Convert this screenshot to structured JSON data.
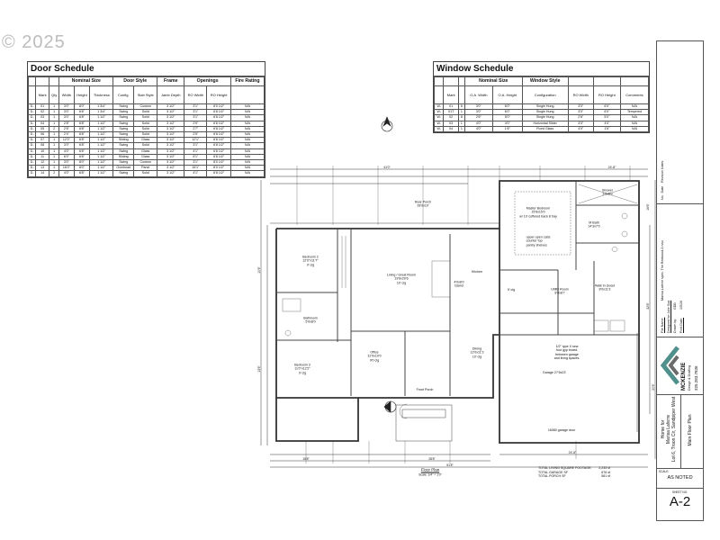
{
  "watermark": "© 2025",
  "door_schedule": {
    "title": "Door Schedule",
    "group_headers": [
      "Nominal Size",
      "Door Style",
      "Frame",
      "Openings",
      "Fire Rating"
    ],
    "columns": [
      "Mark",
      "Qty",
      "Width",
      "Height",
      "Thickness",
      "Config.",
      "Slab Style",
      "Jamb Depth",
      "RO Width",
      "RO Height"
    ],
    "rows": [
      [
        "D-",
        "01",
        "1",
        "3'0\"",
        "8'0\"",
        "1 3/4\"",
        "Swing",
        "Custom",
        "3 1/2\"",
        "3'1\"",
        "8'0 1/2\"",
        "N/A"
      ],
      [
        "D-",
        "02",
        "1",
        "3'0\"",
        "6'8\"",
        "1 3/4\"",
        "Swing",
        "Solid",
        "3 1/2\"",
        "3'1\"",
        "6'8 1/2\"",
        "N/A"
      ],
      [
        "D-",
        "03",
        "1",
        "3'0\"",
        "6'8\"",
        "1 1/2\"",
        "Swing",
        "Solid",
        "3 1/2\"",
        "3'1\"",
        "6'8 1/2\"",
        "N/A"
      ],
      [
        "D-",
        "04",
        "1",
        "2'8\"",
        "6'8\"",
        "1 1/2\"",
        "Swing",
        "Solid",
        "3 1/2\"",
        "2'9\"",
        "6'8 1/2\"",
        "N/A"
      ],
      [
        "D-",
        "05",
        "2",
        "2'6\"",
        "6'8\"",
        "1 1/2\"",
        "Swing",
        "Solid",
        "3 1/2\"",
        "2'7\"",
        "6'8 1/2\"",
        "N/A"
      ],
      [
        "D-",
        "06",
        "1",
        "2'4\"",
        "6'8\"",
        "1 1/2\"",
        "Swing",
        "Solid",
        "3 1/2\"",
        "2'5\"",
        "6'8 1/2\"",
        "N/A"
      ],
      [
        "D-",
        "07",
        "1",
        "12'0\"",
        "6'8\"",
        "1 1/2\"",
        "Sliding",
        "Glass",
        "3 1/2\"",
        "12'1\"",
        "6'8 1/2\"",
        "N/A"
      ],
      [
        "D-",
        "08",
        "1",
        "3'0\"",
        "6'8\"",
        "1 1/2\"",
        "Swing",
        "Solid",
        "3 1/2\"",
        "3'1\"",
        "6'8 1/2\"",
        "N/A"
      ],
      [
        "D-",
        "10",
        "1",
        "4'0\"",
        "6'8\"",
        "1 1/2\"",
        "Swing",
        "Glass",
        "3 1/2\"",
        "4'1\"",
        "6'8 1/2\"",
        "N/A"
      ],
      [
        "D-",
        "11",
        "1",
        "6'0\"",
        "6'8\"",
        "1 1/2\"",
        "Sliding",
        "Glass",
        "3 1/2\"",
        "6'1\"",
        "6'8 1/2\"",
        "N/A"
      ],
      [
        "D-",
        "12",
        "1",
        "3'0\"",
        "8'0\"",
        "1 1/2\"",
        "Swing",
        "Custom",
        "3 1/2\"",
        "3'1\"",
        "8'0 1/2\"",
        "N/A"
      ],
      [
        "D-",
        "13",
        "1",
        "16'0\"",
        "8'0\"",
        "1 1/2\"",
        "Overhead",
        "Panel",
        "3 1/2\"",
        "16'1\"",
        "8'0 1/2\"",
        "N/A"
      ],
      [
        "D-",
        "14",
        "2",
        "4'0\"",
        "6'8\"",
        "1 1/2\"",
        "Swing",
        "Solid",
        "3 1/2\"",
        "4'1\"",
        "6'8 1/2\"",
        "N/A"
      ]
    ]
  },
  "window_schedule": {
    "title": "Window Schedule",
    "group_headers": [
      "Nominal Size",
      "Window Style"
    ],
    "columns": [
      "Mark",
      "O.A. Width",
      "O.A. Height",
      "Configuration",
      "RO Width",
      "RO Height",
      "Comments"
    ],
    "rows": [
      [
        "W-",
        "01",
        "6",
        "3'0\"",
        "6'0\"",
        "Single Hung",
        "3'0\"",
        "6'0\"",
        "N/A"
      ],
      [
        "W-",
        "01T",
        "1",
        "3'0\"",
        "6'0\"",
        "Single Hung",
        "3'0\"",
        "6'0\"",
        "Tempered"
      ],
      [
        "W-",
        "02",
        "8",
        "2'6\"",
        "5'0\"",
        "Single Hung",
        "2'6\"",
        "5'0\"",
        "N/A"
      ],
      [
        "W-",
        "03",
        "1",
        "4'0\"",
        "4'0\"",
        "Horizontal Slider",
        "4'0\"",
        "4'0\"",
        "N/A"
      ],
      [
        "W-",
        "04",
        "1",
        "4'0\"",
        "1'6\"",
        "Fixed Glass",
        "4'0\"",
        "1'6\"",
        "N/A"
      ]
    ]
  },
  "floor_plan": {
    "rooms": [
      {
        "name": "Rear Porch",
        "size": "28'0x10'"
      },
      {
        "name": "Bedroom 2",
        "size": "12'0\"x11'7\"",
        "ceiling": "9' clg"
      },
      {
        "name": "Living / Great Room",
        "size": "19'6x20'6",
        "ceiling": "10' clg"
      },
      {
        "name": "Kitchen",
        "size": ""
      },
      {
        "name": "Island",
        "size": "4'0x8'0"
      },
      {
        "name": "Master Bedroom",
        "size": "15'6x15'0",
        "ceiling": "w/ 10' coffered back 8 tray"
      },
      {
        "name": "M Bath",
        "size": "14'3x7'0"
      },
      {
        "name": "Shower",
        "size": "3'0x5'0"
      },
      {
        "name": "Utility Room",
        "size": "8'0x8'7"
      },
      {
        "name": "Walk in closet",
        "size": "8'0x11'3"
      },
      {
        "name": "Bathroom",
        "size": "5'0x8'0"
      },
      {
        "name": "Bedroom 3",
        "size": "11'0\"x12'2\"",
        "ceiling": "9' clg"
      },
      {
        "name": "Office",
        "size": "12'0x10'0",
        "ceiling": "9'0 clg"
      },
      {
        "name": "Dining",
        "size": "12'0x11'3",
        "ceiling": "10' clg"
      },
      {
        "name": "Front Porch",
        "size": ""
      },
      {
        "name": "Garage",
        "size": "27'6x23'"
      }
    ],
    "notes": {
      "kitchen": [
        "upper open cabs",
        "counter top",
        "pantry shelves"
      ],
      "garage_wall": "1/2\" type X sew four gyp board, between garage and living spaces.",
      "garage_door": "16080 garage door",
      "ceiling_9": "9' clg"
    },
    "dimensions": {
      "top_left": "41'0\"",
      "top_right": "24'-8\"",
      "bottom_left": "15'8\"",
      "bottom_mid": "28'8\"",
      "bottom_overall": "51'8\"",
      "bottom_garage": "24'-8\"",
      "left_upper": "10'6\"",
      "left_lower": "13'6\"",
      "right_upper": "16'6\"",
      "right_lower": "20'6\"",
      "right_mid": "32'6\""
    },
    "title": "Floor Plan",
    "scale": "Scale: 1/4\" = 1'0\""
  },
  "totals": [
    {
      "label": "TOTAL LIVING SQUARE FOOTAGE:",
      "value": "2,233 sf"
    },
    {
      "label": "TOTAL GARAGE SF",
      "value": "676 sf"
    },
    {
      "label": "TOTAL PORCH SF",
      "value": "561 sf"
    }
  ],
  "title_block": {
    "revisions_header": [
      "No.",
      "Date",
      "Revision Notes"
    ],
    "file_name_label": "File Name:",
    "file_name": "Marisa Laferre spec. The Redwood-3.rvsx",
    "designed_for_label": "Designed for:",
    "designed_for": "Julie Sua",
    "drawn_by_label": "Drawn by:",
    "drawn_by": "GDB",
    "print_date_label": "Print Date:",
    "print_date": "1/5/26",
    "company": "MCKENZIE",
    "company_sub": "Design & Drafting",
    "phone": "325.283.7836",
    "project": [
      "Home for",
      "Marisa Laferre",
      "Lot 6, Troon Cir, Sandpiper West"
    ],
    "sheet_title": "Main Floor Plan",
    "scale_label": "SCALE:",
    "scale": "AS NOTED",
    "sheet_label": "SHEET NO.",
    "sheet": "A-2",
    "logo_color": "#4f8f8c"
  }
}
